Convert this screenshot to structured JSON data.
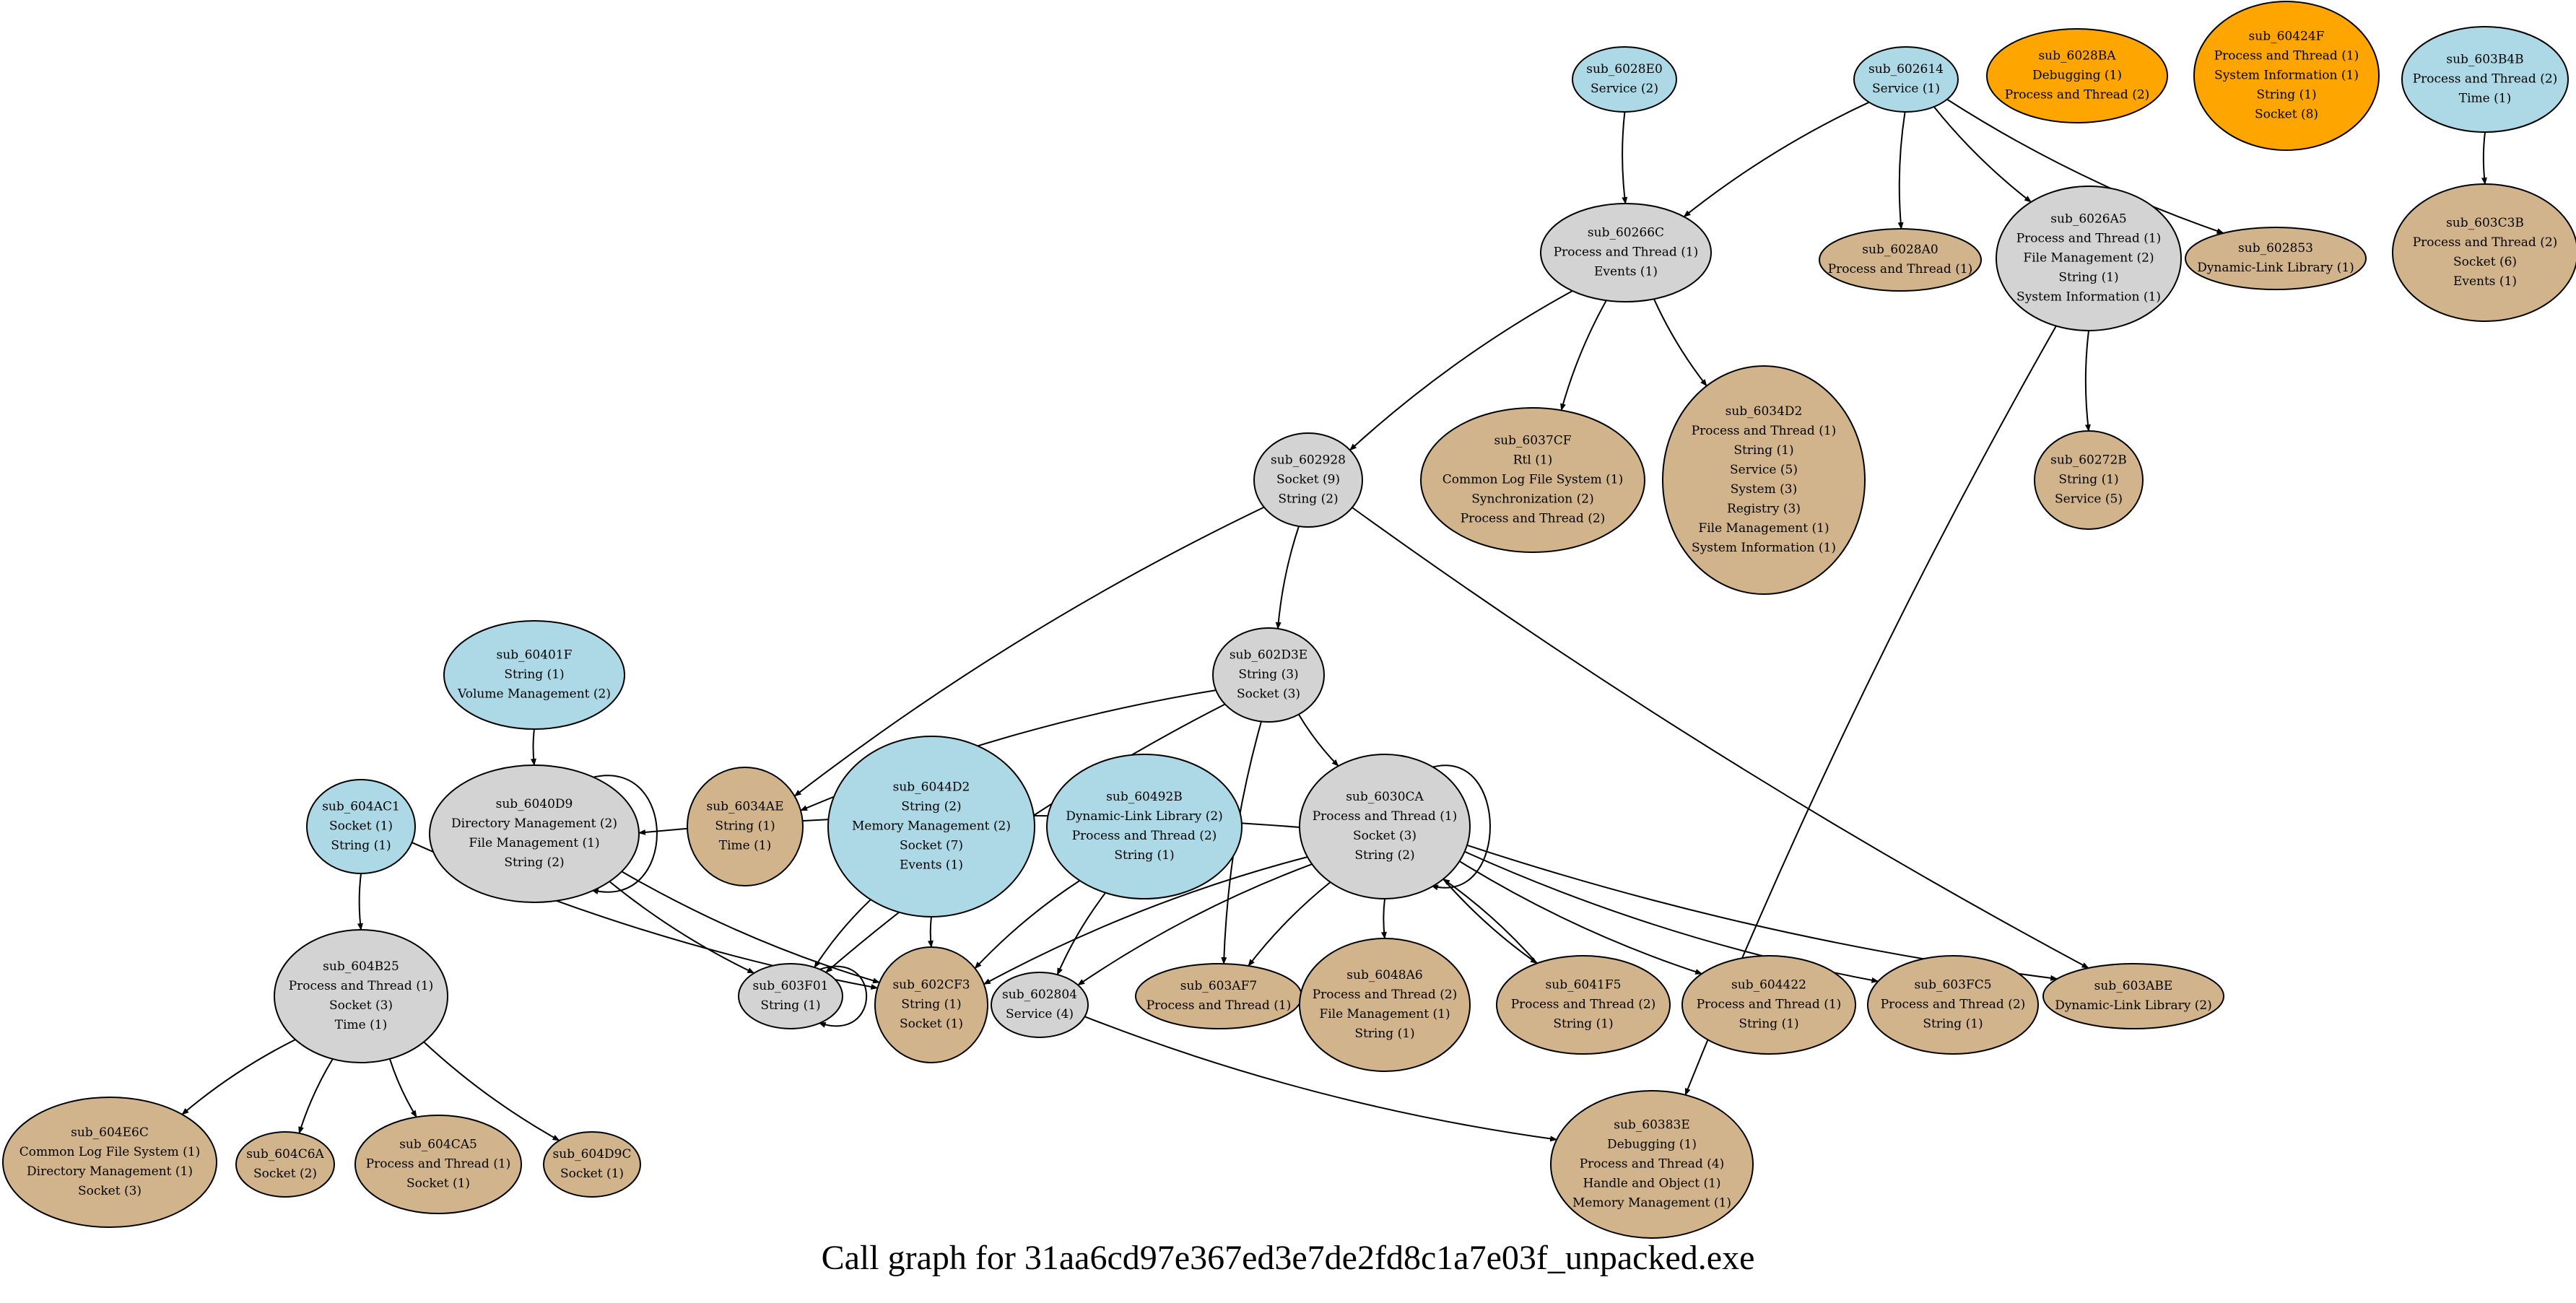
{
  "caption": "Call graph for 31aa6cd97e367ed3e7de2fd8c1a7e03f_unpacked.exe",
  "colors": {
    "entry": "#add8e6",
    "internal": "#d3d3d3",
    "leaf": "#d2b48c",
    "isolated": "#ffa500"
  },
  "nodes": [
    {
      "id": "sub_6028E0",
      "kind": "entry",
      "lines": [
        "Service (2)"
      ]
    },
    {
      "id": "sub_602614",
      "kind": "entry",
      "lines": [
        "Service (1)"
      ]
    },
    {
      "id": "sub_6028BA",
      "kind": "isolated",
      "lines": [
        "Debugging (1)",
        "Process and Thread (2)"
      ]
    },
    {
      "id": "sub_60424F",
      "kind": "isolated",
      "lines": [
        "Process and Thread (1)",
        "System Information (1)",
        "String (1)",
        "Socket (8)"
      ]
    },
    {
      "id": "sub_603B4B",
      "kind": "entry",
      "lines": [
        "Process and Thread (2)",
        "Time (1)"
      ]
    },
    {
      "id": "sub_60266C",
      "kind": "internal",
      "lines": [
        "Process and Thread (1)",
        "Events (1)"
      ]
    },
    {
      "id": "sub_6028A0",
      "kind": "leaf",
      "lines": [
        "Process and Thread (1)"
      ]
    },
    {
      "id": "sub_6026A5",
      "kind": "internal",
      "lines": [
        "Process and Thread (1)",
        "File Management (2)",
        "String (1)",
        "System Information (1)"
      ]
    },
    {
      "id": "sub_602853",
      "kind": "leaf",
      "lines": [
        "Dynamic-Link Library (1)"
      ]
    },
    {
      "id": "sub_603C3B",
      "kind": "leaf",
      "lines": [
        "Process and Thread (2)",
        "Socket (6)",
        "Events (1)"
      ]
    },
    {
      "id": "sub_602928",
      "kind": "internal",
      "lines": [
        "Socket (9)",
        "String (2)"
      ]
    },
    {
      "id": "sub_6037CF",
      "kind": "leaf",
      "lines": [
        "Rtl (1)",
        "Common Log File System (1)",
        "Synchronization (2)",
        "Process and Thread (2)"
      ]
    },
    {
      "id": "sub_6034D2",
      "kind": "leaf",
      "lines": [
        "Process and Thread (1)",
        "String (1)",
        "Service (5)",
        "System (3)",
        "Registry (3)",
        "File Management (1)",
        "System Information (1)"
      ]
    },
    {
      "id": "sub_60272B",
      "kind": "leaf",
      "lines": [
        "String (1)",
        "Service (5)"
      ]
    },
    {
      "id": "sub_60401F",
      "kind": "entry",
      "lines": [
        "String (1)",
        "Volume Management (2)"
      ]
    },
    {
      "id": "sub_602D3E",
      "kind": "internal",
      "lines": [
        "String (3)",
        "Socket (3)"
      ]
    },
    {
      "id": "sub_604AC1",
      "kind": "entry",
      "lines": [
        "Socket (1)",
        "String (1)"
      ]
    },
    {
      "id": "sub_6040D9",
      "kind": "internal",
      "lines": [
        "Directory Management (2)",
        "File Management (1)",
        "String (2)"
      ]
    },
    {
      "id": "sub_6034AE",
      "kind": "leaf",
      "lines": [
        "String (1)",
        "Time (1)"
      ]
    },
    {
      "id": "sub_6044D2",
      "kind": "entry",
      "lines": [
        "String (2)",
        "Memory Management (2)",
        "Socket (7)",
        "Events (1)"
      ]
    },
    {
      "id": "sub_60492B",
      "kind": "entry",
      "lines": [
        "Dynamic-Link Library (2)",
        "Process and Thread (2)",
        "String (1)"
      ]
    },
    {
      "id": "sub_6030CA",
      "kind": "internal",
      "lines": [
        "Process and Thread (1)",
        "Socket (3)",
        "String (2)"
      ]
    },
    {
      "id": "sub_604B25",
      "kind": "internal",
      "lines": [
        "Process and Thread (1)",
        "Socket (3)",
        "Time (1)"
      ]
    },
    {
      "id": "sub_603F01",
      "kind": "internal",
      "lines": [
        "String (1)"
      ]
    },
    {
      "id": "sub_602CF3",
      "kind": "leaf",
      "lines": [
        "String (1)",
        "Socket (1)"
      ]
    },
    {
      "id": "sub_602804",
      "kind": "internal",
      "lines": [
        "Service (4)"
      ]
    },
    {
      "id": "sub_603AF7",
      "kind": "leaf",
      "lines": [
        "Process and Thread (1)"
      ]
    },
    {
      "id": "sub_6048A6",
      "kind": "leaf",
      "lines": [
        "Process and Thread (2)",
        "File Management (1)",
        "String (1)"
      ]
    },
    {
      "id": "sub_6041F5",
      "kind": "leaf",
      "lines": [
        "Process and Thread (2)",
        "String (1)"
      ]
    },
    {
      "id": "sub_604422",
      "kind": "leaf",
      "lines": [
        "Process and Thread (1)",
        "String (1)"
      ]
    },
    {
      "id": "sub_603FC5",
      "kind": "leaf",
      "lines": [
        "Process and Thread (2)",
        "String (1)"
      ]
    },
    {
      "id": "sub_603ABE",
      "kind": "leaf",
      "lines": [
        "Dynamic-Link Library (2)"
      ]
    },
    {
      "id": "sub_604E6C",
      "kind": "leaf",
      "lines": [
        "Common Log File System (1)",
        "Directory Management (1)",
        "Socket (3)"
      ]
    },
    {
      "id": "sub_604C6A",
      "kind": "leaf",
      "lines": [
        "Socket (2)"
      ]
    },
    {
      "id": "sub_604CA5",
      "kind": "leaf",
      "lines": [
        "Process and Thread (1)",
        "Socket (1)"
      ]
    },
    {
      "id": "sub_604D9C",
      "kind": "leaf",
      "lines": [
        "Socket (1)"
      ]
    },
    {
      "id": "sub_60383E",
      "kind": "leaf",
      "lines": [
        "Debugging (1)",
        "Process and Thread (4)",
        "Handle and Object (1)",
        "Memory Management (1)"
      ]
    }
  ],
  "edges": [
    [
      "sub_6028E0",
      "sub_60266C"
    ],
    [
      "sub_602614",
      "sub_60266C"
    ],
    [
      "sub_602614",
      "sub_6028A0"
    ],
    [
      "sub_602614",
      "sub_6026A5"
    ],
    [
      "sub_602614",
      "sub_602853"
    ],
    [
      "sub_603B4B",
      "sub_603C3B"
    ],
    [
      "sub_60266C",
      "sub_602928"
    ],
    [
      "sub_60266C",
      "sub_6037CF"
    ],
    [
      "sub_60266C",
      "sub_6034D2"
    ],
    [
      "sub_6026A5",
      "sub_60272B"
    ],
    [
      "sub_6026A5",
      "sub_60383E"
    ],
    [
      "sub_602928",
      "sub_602D3E"
    ],
    [
      "sub_602928",
      "sub_6034AE"
    ],
    [
      "sub_602928",
      "sub_603ABE"
    ],
    [
      "sub_60401F",
      "sub_6040D9"
    ],
    [
      "sub_6040D9",
      "sub_6040D9"
    ],
    [
      "sub_6040D9",
      "sub_603F01"
    ],
    [
      "sub_6040D9",
      "sub_602CF3"
    ],
    [
      "sub_602D3E",
      "sub_6034AE"
    ],
    [
      "sub_602D3E",
      "sub_603F01"
    ],
    [
      "sub_602D3E",
      "sub_603AF7"
    ],
    [
      "sub_602D3E",
      "sub_6030CA"
    ],
    [
      "sub_604AC1",
      "sub_604B25"
    ],
    [
      "sub_604AC1",
      "sub_602CF3"
    ],
    [
      "sub_6044D2",
      "sub_603F01"
    ],
    [
      "sub_6044D2",
      "sub_602CF3"
    ],
    [
      "sub_60492B",
      "sub_602CF3"
    ],
    [
      "sub_60492B",
      "sub_602804"
    ],
    [
      "sub_6030CA",
      "sub_6030CA"
    ],
    [
      "sub_6030CA",
      "sub_602CF3"
    ],
    [
      "sub_6030CA",
      "sub_602804"
    ],
    [
      "sub_6030CA",
      "sub_603AF7"
    ],
    [
      "sub_6030CA",
      "sub_6048A6"
    ],
    [
      "sub_6030CA",
      "sub_6041F5"
    ],
    [
      "sub_6030CA",
      "sub_604422"
    ],
    [
      "sub_6030CA",
      "sub_603FC5"
    ],
    [
      "sub_6030CA",
      "sub_603ABE"
    ],
    [
      "sub_6030CA",
      "sub_6040D9"
    ],
    [
      "sub_6041F5",
      "sub_6030CA"
    ],
    [
      "sub_603F01",
      "sub_603F01"
    ],
    [
      "sub_602804",
      "sub_60383E"
    ],
    [
      "sub_604B25",
      "sub_604E6C"
    ],
    [
      "sub_604B25",
      "sub_604C6A"
    ],
    [
      "sub_604B25",
      "sub_604CA5"
    ],
    [
      "sub_604B25",
      "sub_604D9C"
    ]
  ]
}
